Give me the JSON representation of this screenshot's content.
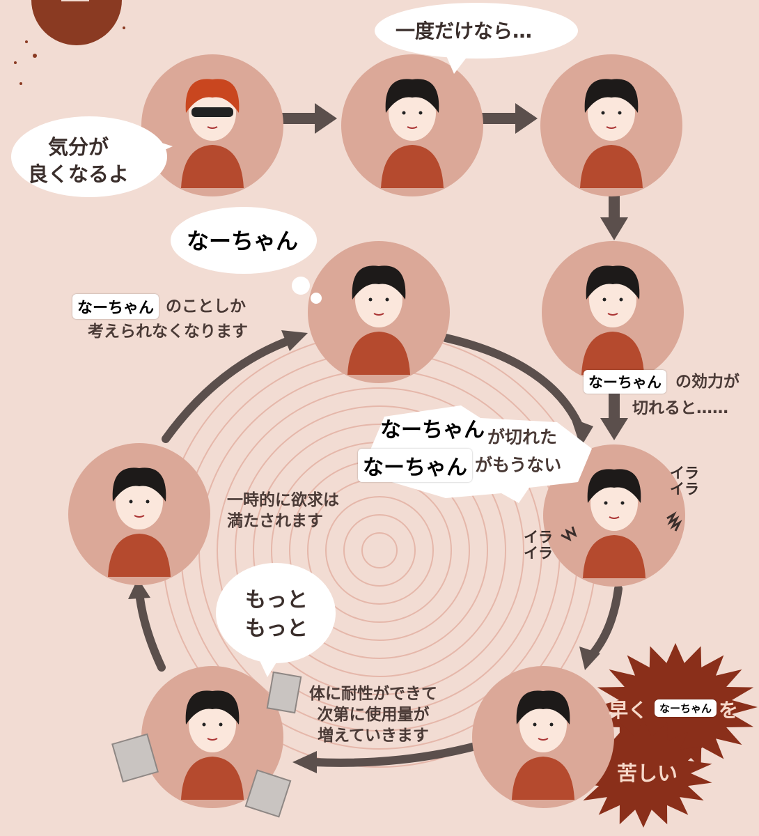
{
  "colors": {
    "background": "#f2dcd3",
    "circle_fill": "#dba898",
    "shirt": "#b54a2e",
    "arrow": "#5b4f4c",
    "starburst": "#8a2f1a",
    "ring": "#e5b7aa"
  },
  "texts": {
    "bubble_dealer": "気分が\n良くなるよ",
    "bubble_once": "一度だけなら…",
    "bubble_thought": "なーちゃん",
    "thinking_sticker": "なーちゃん",
    "thinking_caption_1": "のことしか",
    "thinking_caption_2": "考えられなくなります",
    "effect_sticker": "なーちゃん",
    "effect_caption_1": "の効力が",
    "effect_caption_2": "切れると……",
    "bubble_out_sticker_1": "なーちゃん",
    "bubble_out_text_1": "が切れた",
    "bubble_out_sticker_2": "なーちゃん",
    "bubble_out_text_2": "がもうない",
    "ira_1": "イラ\nイラ",
    "ira_2": "イラ\nイラ",
    "satisfied_caption": "一時的に欲求は\n満たされます",
    "bubble_more": "もっと\nもっと",
    "tolerance_caption": "体に耐性ができて\n次第に使用量が\n増えていきます",
    "burst_hurry_1": "早く",
    "burst_hurry_sticker": "なーちゃん",
    "burst_hurry_2": "を",
    "burst_pain": "苦しい"
  }
}
